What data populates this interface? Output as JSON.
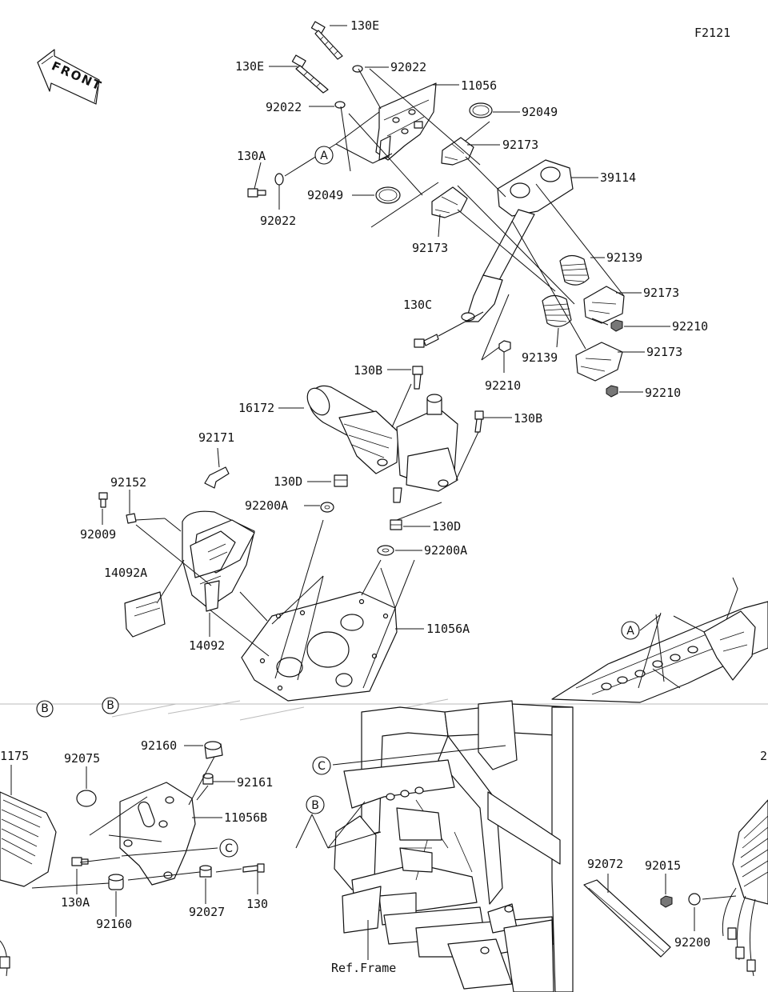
{
  "figure_code": "F2121",
  "front_badge": "FRONT",
  "ref_frame_label": "Ref.Frame",
  "callouts": [
    "A",
    "A",
    "B",
    "B",
    "C",
    "C"
  ],
  "cutoff": {
    "left_label": "1175",
    "left_callout": "B",
    "left_callout_2": "B",
    "right_label": "2"
  },
  "parts": [
    "130E",
    "130E",
    "92022",
    "11056",
    "92022",
    "92049",
    "92173",
    "130A",
    "92022",
    "39114",
    "92049",
    "92173",
    "92139",
    "92173",
    "130C",
    "92210",
    "92139",
    "92173",
    "92210",
    "92210",
    "130B",
    "16172",
    "130B",
    "92171",
    "130D",
    "92152",
    "92200A",
    "92009",
    "130D",
    "92200A",
    "14092A",
    "11056A",
    "14092",
    "92160",
    "92075",
    "92161",
    "11056B",
    "130A",
    "92160",
    "92027",
    "130",
    "92072",
    "92015",
    "92200"
  ]
}
